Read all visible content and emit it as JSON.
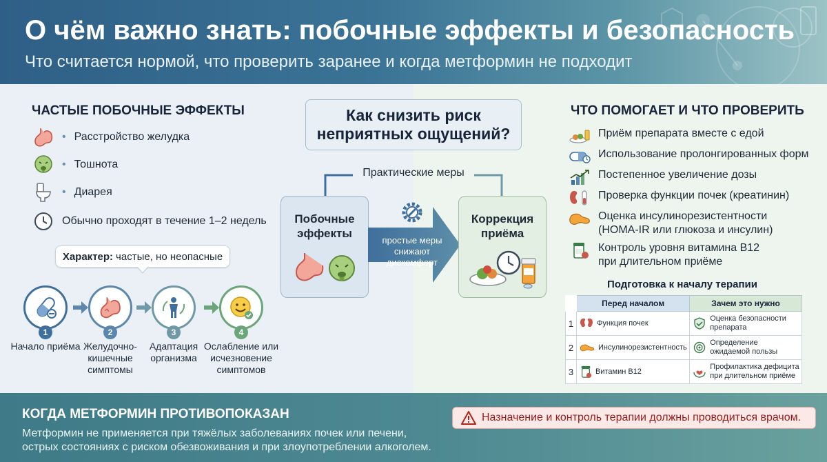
{
  "header": {
    "title": "О чём важно знать: побочные эффекты и безопасность",
    "subtitle": "Что считается нормой, что проверить заранее и когда метформин не подходит"
  },
  "side_effects": {
    "heading": "ЧАСТЫЕ ПОБОЧНЫЕ ЭФФЕКТЫ",
    "items": [
      {
        "label": "Расстройство желудка",
        "icon": "stomach-icon"
      },
      {
        "label": "Тошнота",
        "icon": "nausea-face-icon"
      },
      {
        "label": "Диарея",
        "icon": "toilet-icon"
      }
    ],
    "duration": {
      "label": "Обычно проходят в течение 1–2 недель",
      "icon": "clock-icon"
    },
    "character_label": "Характер:",
    "character_value": "частые, но неопасные",
    "steps": [
      {
        "num": "1",
        "label": "Начало приёма",
        "icon": "pill-capsule-icon"
      },
      {
        "num": "2",
        "label": "Желудочно-кишечные симптомы",
        "icon": "stomach-icon"
      },
      {
        "num": "3",
        "label": "Адаптация организма",
        "icon": "person-adapt-icon"
      },
      {
        "num": "4",
        "label": "Ослабление или исчезновение симптомов",
        "icon": "smiley-check-icon"
      }
    ]
  },
  "center": {
    "question": "Как снизить риск неприятных ощущений?",
    "practical": "Практические меры",
    "box_side_effects": "Побочные эффекты",
    "box_correction": "Коррекция приёма",
    "arrow_text": "простые меры снижают дискомфорт"
  },
  "help": {
    "heading": "ЧТО ПОМОГАЕТ И ЧТО ПРОВЕРИТЬ",
    "items": [
      {
        "label": "Приём препарата вместе с едой",
        "icon": "meal-icon"
      },
      {
        "label": "Использование пролонгированных форм",
        "icon": "extended-pill-icon"
      },
      {
        "label": "Постепенное увеличение дозы",
        "icon": "growth-chart-icon"
      },
      {
        "label": "Проверка функции почек (креатинин)",
        "icon": "kidney-icon"
      },
      {
        "label": "Оценка инсулинорезистентности (HOMA-IR или глюкоза и инсулин)",
        "line1": "Оценка инсулинорезистентности",
        "line2": "(HOMA-IR или глюкоза и инсулин)",
        "icon": "pancreas-icon"
      },
      {
        "label": "Контроль уровня витамина B12 при длительном приёме",
        "line1": "Контроль уровня витамина B12",
        "line2": "при длительном приёме",
        "icon": "vitamin-bottle-icon"
      }
    ],
    "prep_title": "Подготовка к началу терапии",
    "table": {
      "col1": "Перед началом",
      "col2": "Зачем это нужно",
      "rows": [
        {
          "n": "1",
          "before": "Функция почек",
          "why": "Оценка безопасности препарата",
          "why1": "Оценка безопасности",
          "why2": "препарата"
        },
        {
          "n": "2",
          "before": "Инсулинорезистентность",
          "why": "Определение ожидаемой пользы",
          "why1": "Определение",
          "why2": "ожидаемой пользы"
        },
        {
          "n": "3",
          "before": "Витамин B12",
          "why": "Профилактика дефицита при длительном приёме",
          "why1": "Профилактика дефицита",
          "why2": "при длительном приёме"
        }
      ]
    }
  },
  "footer": {
    "heading": "КОГДА МЕТФОРМИН ПРОТИВОПОКАЗАН",
    "text": "Метформин не применяется при тяжёлых заболеваниях почек или печени, острых состояниях с риском обезвоживания и при злоупотреблении алкоголем.",
    "warning": "Назначение и контроль терапии должны проводиться врачом."
  },
  "colors": {
    "header_blue": "#2f5f86",
    "step1": "#3f6f9c",
    "step2": "#5b86ad",
    "step3": "#6f99a6",
    "step4": "#6aa67a",
    "warning_red": "#b42318"
  }
}
